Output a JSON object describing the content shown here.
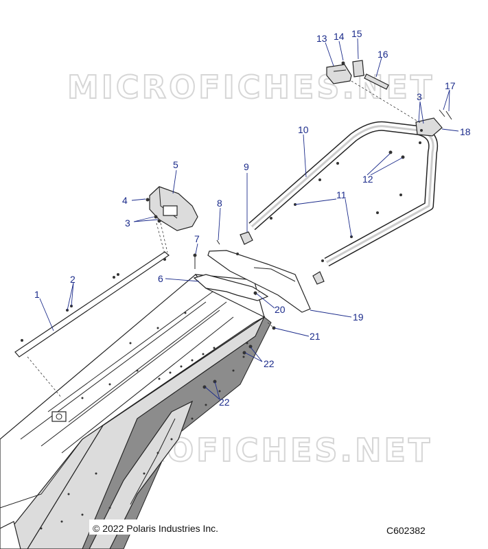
{
  "watermarks": [
    "MICROFICHES.NET",
    "MICROFICHES.NET"
  ],
  "callouts": [
    "1",
    "2",
    "3",
    "4",
    "5",
    "6",
    "7",
    "8",
    "9",
    "10",
    "11",
    "12",
    "13",
    "14",
    "15",
    "16",
    "17",
    "18",
    "19",
    "20",
    "21",
    "22"
  ],
  "footer": {
    "copyright": "© 2022 Polaris Industries Inc.",
    "diagram_code": "C602382"
  }
}
